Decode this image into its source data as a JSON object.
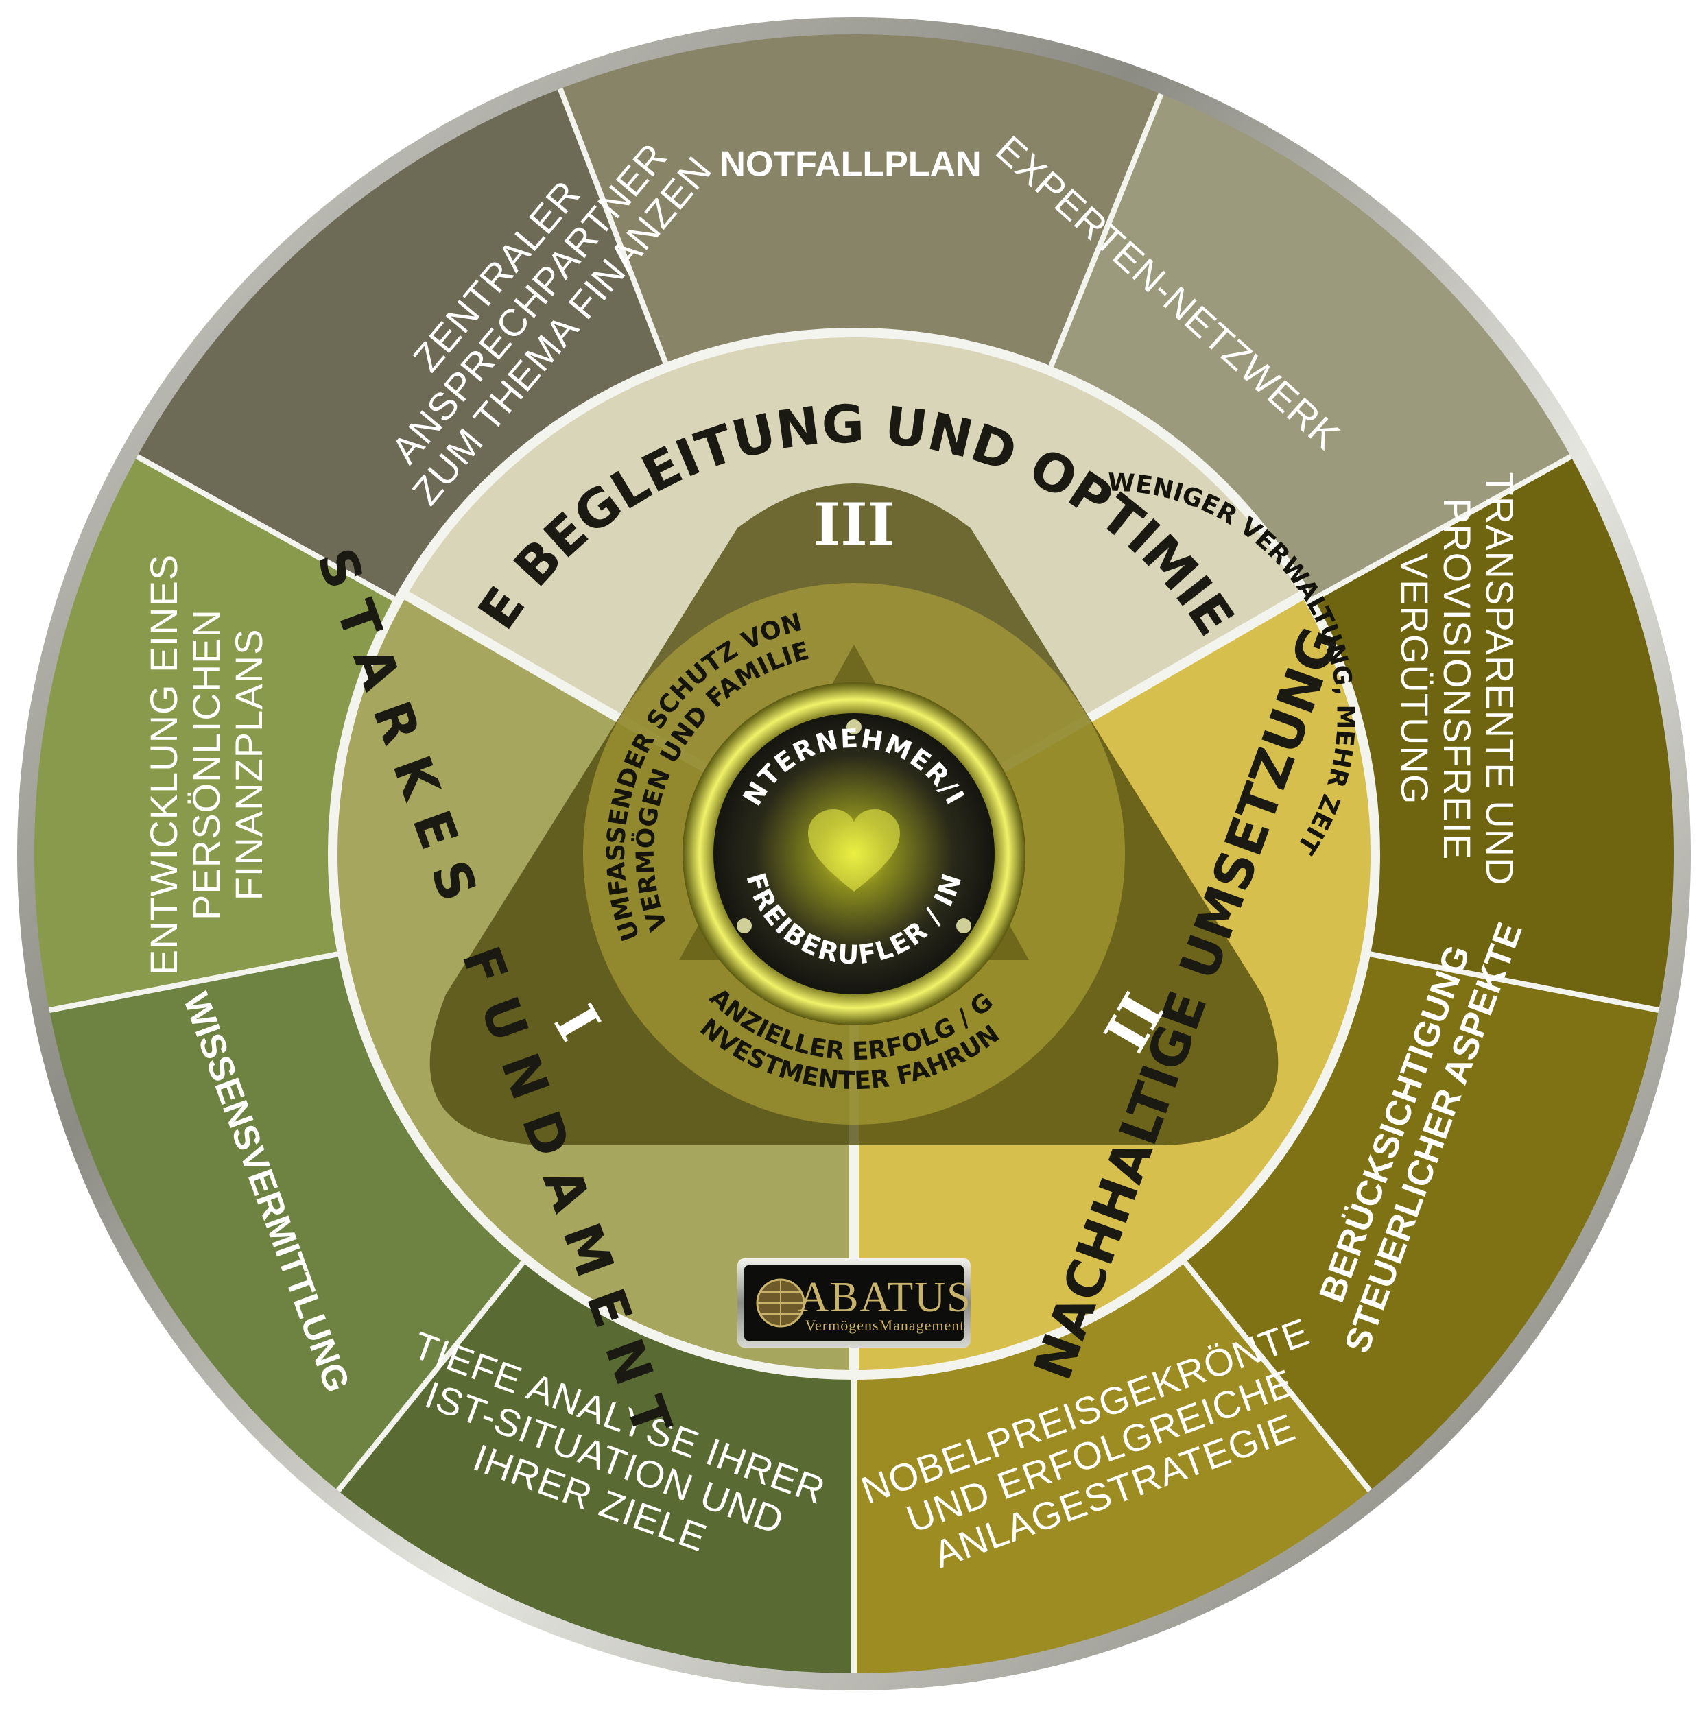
{
  "outer_ring": {
    "notfallplan": "NOTFALLPLAN",
    "experten": "EXPERTEN-NETZWERK",
    "ansprech": [
      "ZENTRALER",
      "ANSPRECHPARTNER",
      "ZUM THEMA FINANZEN"
    ],
    "transparent": [
      "TRANSPARENTE UND",
      "PROVISIONSFREIE",
      "VERGÜTUNG"
    ],
    "steuer": [
      "BERÜCKSICHTIGUNG",
      "STEUERLICHER ASPEKTE"
    ],
    "nobel": [
      "NOBELPREISGEKRÖNTE",
      "UND ERFOLGREICHE",
      "ANLAGESTRATEGIE"
    ],
    "analyse": [
      "TIEFE ANALYSE IHRER",
      "IST-SITUATION UND",
      "IHRER ZIELE"
    ],
    "wissen": "WISSENSVERMITTLUNG",
    "finanzplan": [
      "ENTWICKLUNG EINES",
      "PERSÖNLICHEN",
      "FINANZPLANS"
    ]
  },
  "middle_ring": {
    "top": "AKTIVE BEGLEITUNG UND OPTIMIERUNG",
    "left": "STARKES FUNDAMENT",
    "right": "NACHHALTIGE UMSETZUNG"
  },
  "roman": {
    "top": "III",
    "left": "I",
    "right": "II"
  },
  "inner_ring": {
    "schutz": [
      "UMFASSENDER SCHUTZ VON",
      "VERMÖGEN UND FAMILIE"
    ],
    "verwaltung": "WENIGER VERWALTUNG, MEHR ZEIT",
    "erfolg": [
      "FINANZIELLER ERFOLG / GUTE",
      "INVESTMENTER FAHRUNG"
    ]
  },
  "core": {
    "top": "UNTERNEHMER/IN",
    "bottom": "FREIBERUFLER / IN"
  },
  "logo": {
    "name": "ABATUS",
    "sub": "VermögensManagement"
  },
  "colors": {
    "rim": "#9a9a92",
    "olive_dark": "#6d6b56",
    "olive_mid": "#878467",
    "khaki": "#9c9a7c",
    "mustard_dark": "#6f6410",
    "mustard": "#7e7214",
    "ochre": "#9c8c22",
    "green_dark": "#596a33",
    "green_mid": "#6e8242",
    "green_light": "#8a9a4c",
    "cream": "#d9d5b8",
    "sage": "#a6a65e",
    "yellow": "#d7bf4e",
    "triangle": "#4f4a0e"
  }
}
